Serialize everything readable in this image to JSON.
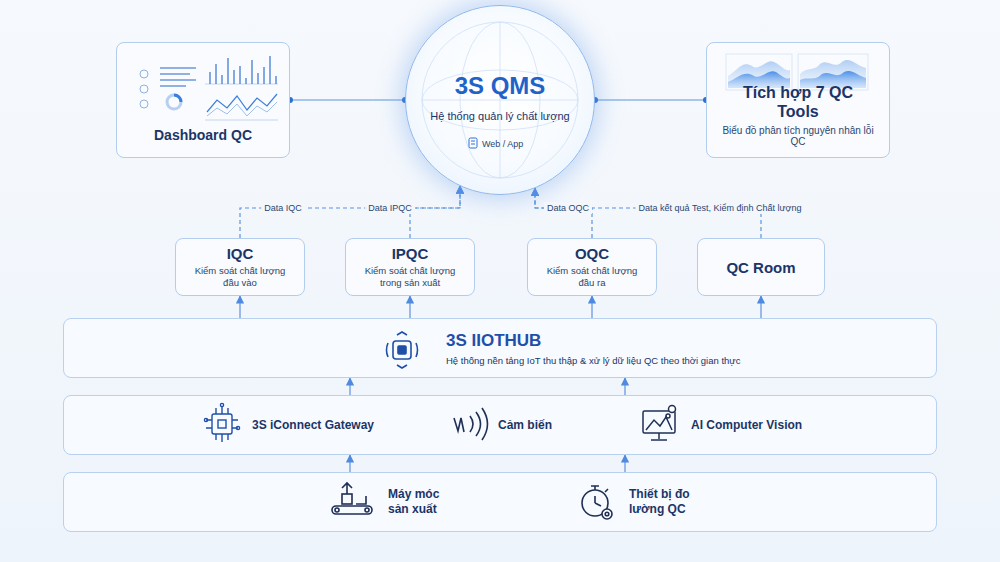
{
  "diagram": {
    "nodes": [
      {
        "text": [
          "Dashboard QC"
        ]
      },
      {
        "text": [
          "3S QMS",
          "Hệ thống quản lý chất lượng",
          "Web / App"
        ]
      },
      {
        "text": [
          "Tích hợp 7 QC Tools",
          "Biểu đồ phân tích nguyên nhân lỗi QC"
        ]
      },
      {
        "text": [
          "IQC",
          "Kiểm soát chất lượng đầu vào"
        ]
      },
      {
        "text": [
          "IPQC",
          "Kiểm soát chất lượng trong sản xuất"
        ]
      },
      {
        "text": [
          "OQC",
          "Kiểm soát chất lượng đầu ra"
        ]
      },
      {
        "text": [
          "QC Room"
        ]
      },
      {
        "text": [
          "3S IIOTHUB",
          "Hệ thống nền tảng IoT thu thập & xử lý dữ liệu QC theo thời gian thực"
        ]
      },
      {
        "text": [
          "3S iConnect Gateway",
          "Cảm biến",
          "AI Computer Vision"
        ]
      },
      {
        "text": [
          "Máy móc sản xuất",
          "Thiết bị đo lường QC"
        ]
      }
    ],
    "edges": [
      {
        "from": 1,
        "to": 0,
        "arrow": "none"
      },
      {
        "from": 1,
        "to": 2,
        "arrow": "none"
      },
      {
        "from": 3,
        "to": 1,
        "label": "Data IQC",
        "arrow": "to"
      },
      {
        "from": 4,
        "to": 1,
        "label": "Data IPQC",
        "arrow": "to"
      },
      {
        "from": 5,
        "to": 1,
        "label": "Data OQC",
        "arrow": "to"
      },
      {
        "from": 6,
        "to": 1,
        "label": "Data kết quả Test, Kiểm định Chất lượng",
        "arrow": "to"
      },
      {
        "from": 7,
        "to": 3,
        "arrow": "to"
      },
      {
        "from": 7,
        "to": 4,
        "arrow": "to"
      },
      {
        "from": 7,
        "to": 5,
        "arrow": "to"
      },
      {
        "from": 7,
        "to": 6,
        "arrow": "to"
      },
      {
        "from": 8,
        "to": 7,
        "arrow": "to"
      },
      {
        "from": 9,
        "to": 8,
        "arrow": "to"
      }
    ]
  }
}
